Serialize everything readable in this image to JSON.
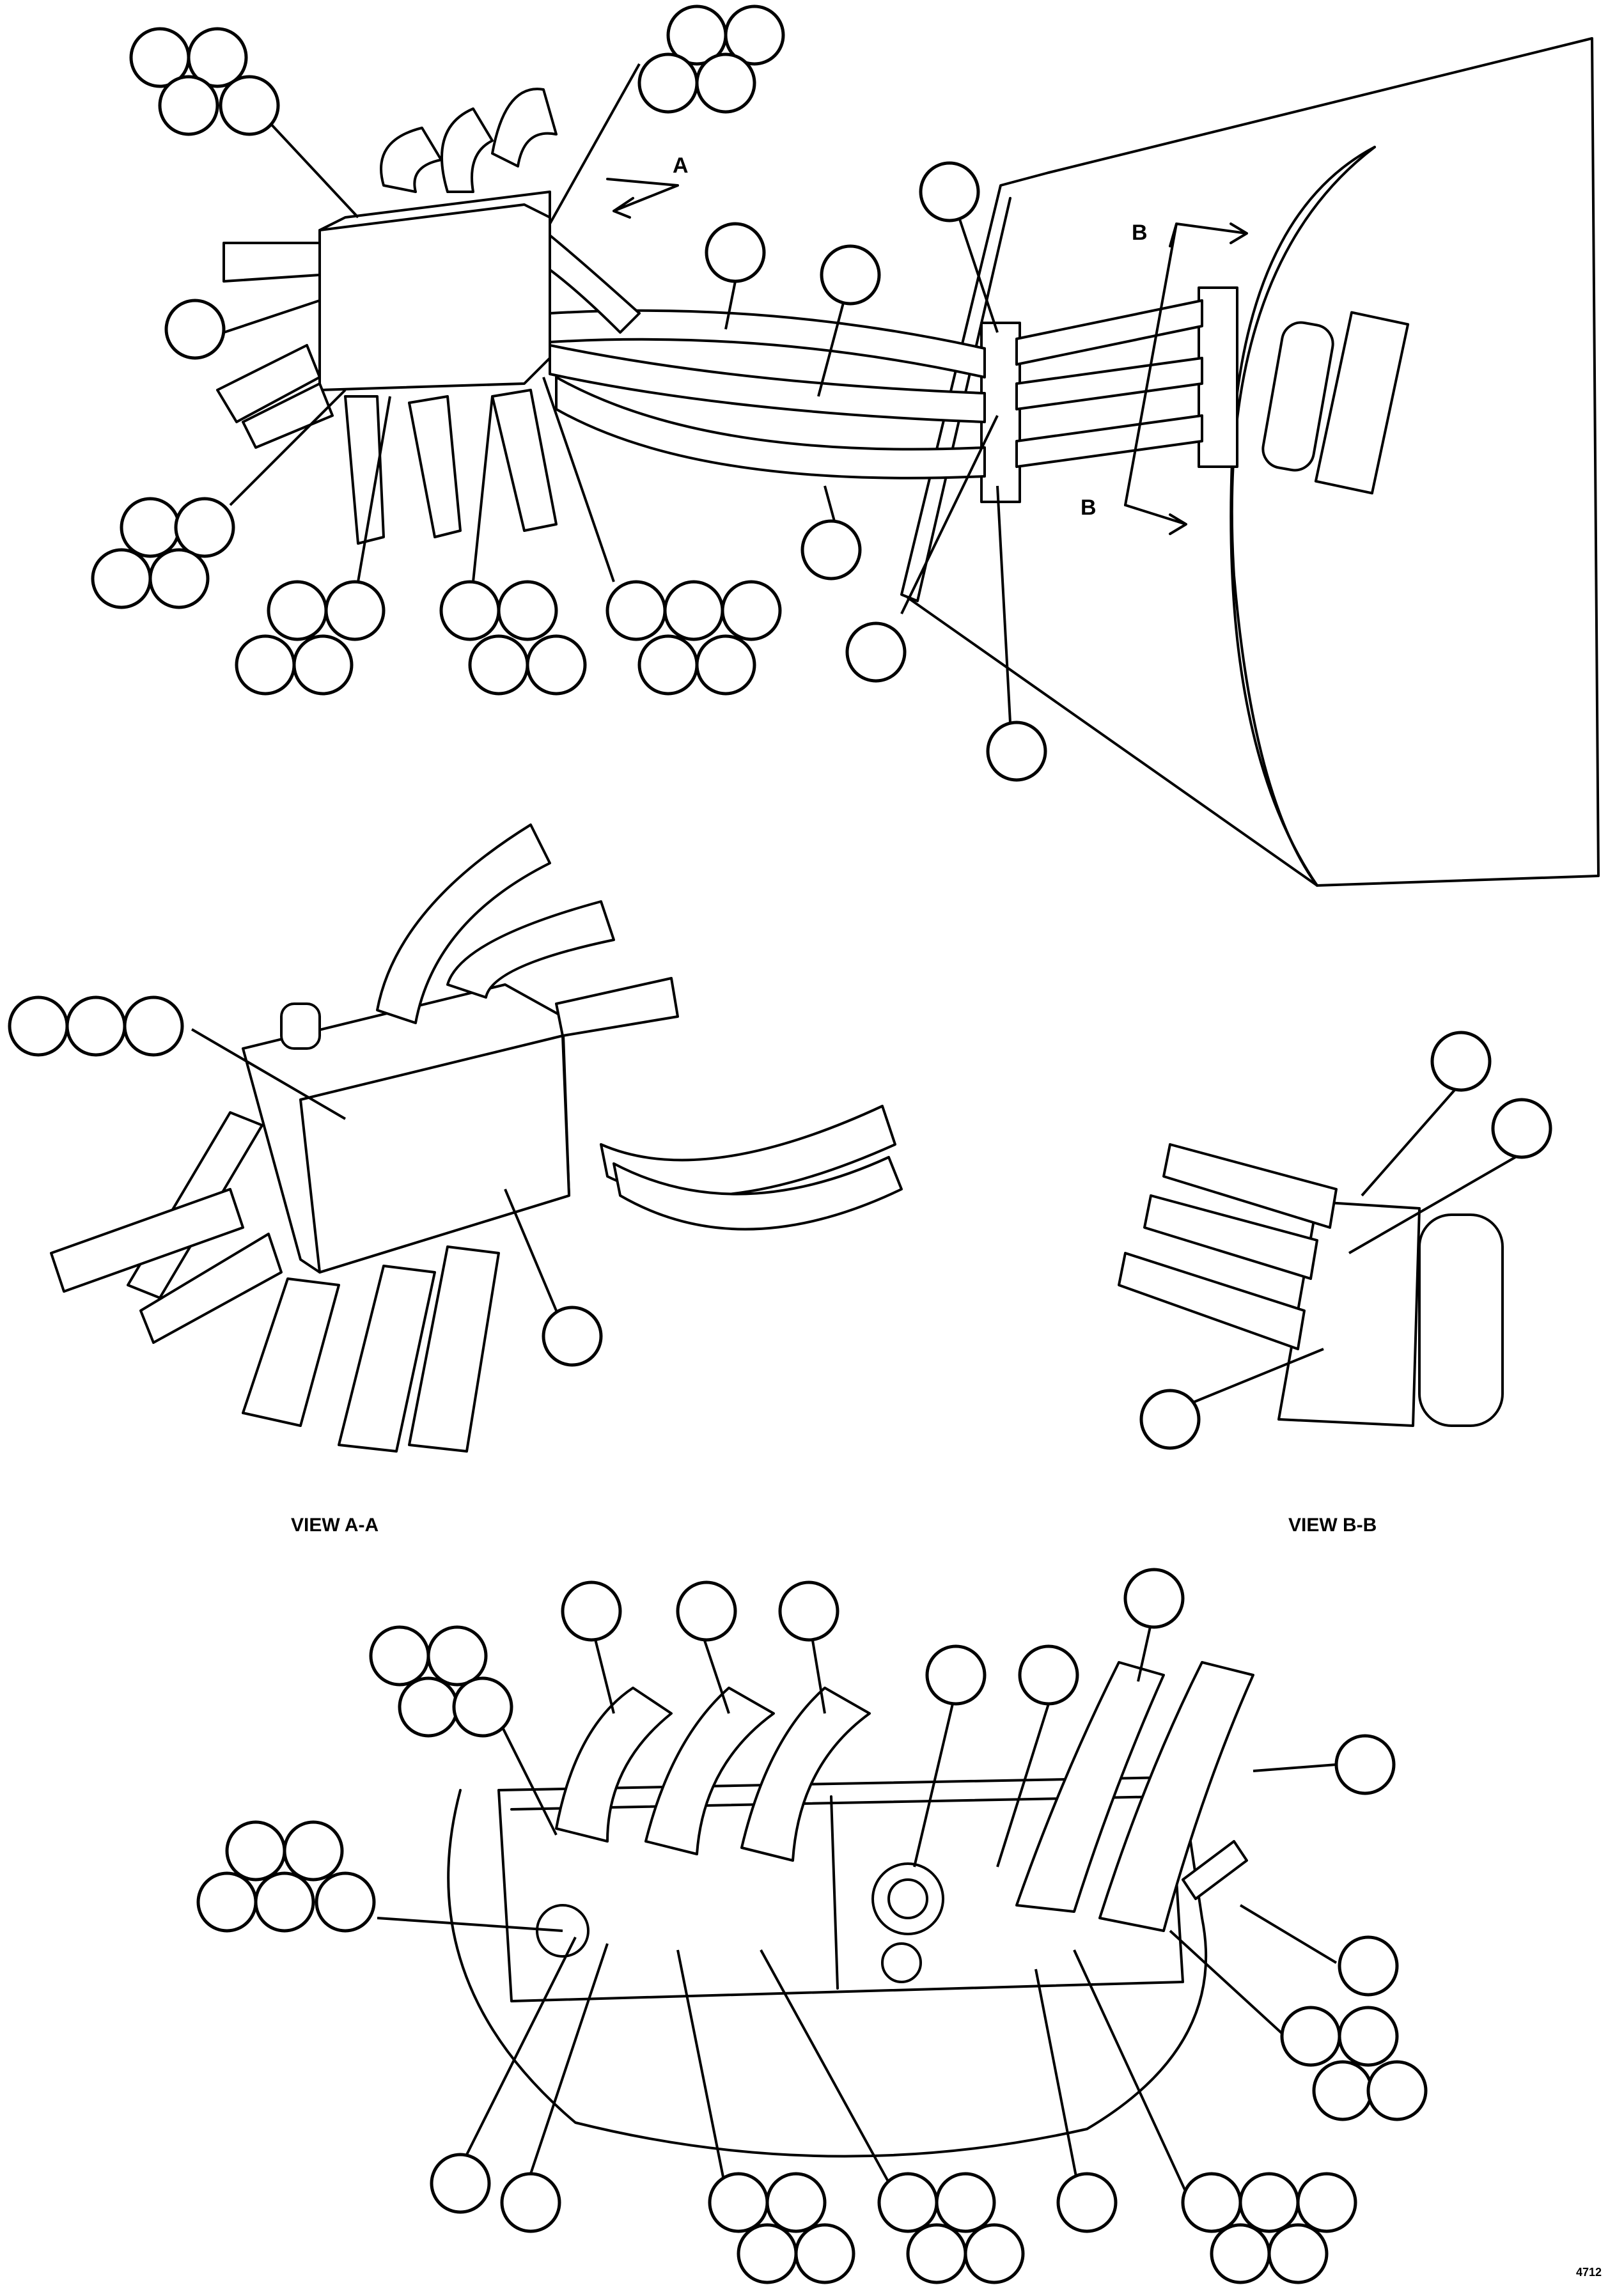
{
  "labels": {
    "section_a": "A",
    "section_b_top": "B",
    "section_b_bottom": "B",
    "view_aa": "VIEW A-A",
    "view_bb": "VIEW B-B",
    "sheet_id": "4712"
  }
}
